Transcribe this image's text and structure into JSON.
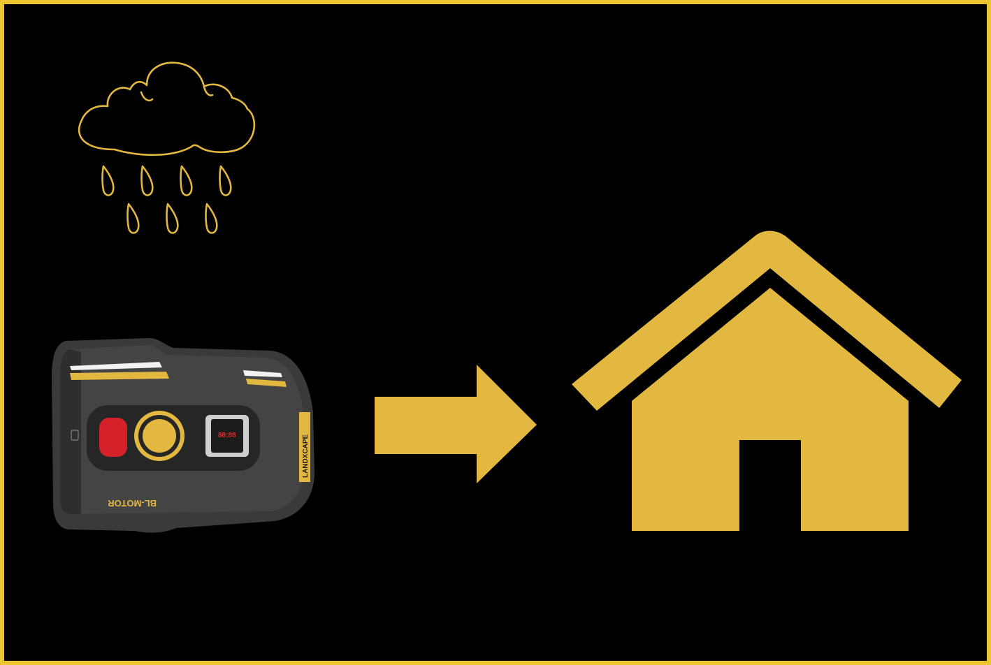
{
  "colors": {
    "accent_yellow": "#e3b840",
    "frame_border": "#ecc531",
    "background": "#000000",
    "mower_body": "#3a3a3a",
    "mower_red_button": "#d6202a"
  },
  "icons": [
    "rain-cloud-icon",
    "robotic-mower",
    "arrow-right-icon",
    "house-icon"
  ],
  "mower": {
    "brand_label": "LANDXCAPE",
    "motor_label": "BL-MOTOR",
    "display_digits": "88:88"
  }
}
